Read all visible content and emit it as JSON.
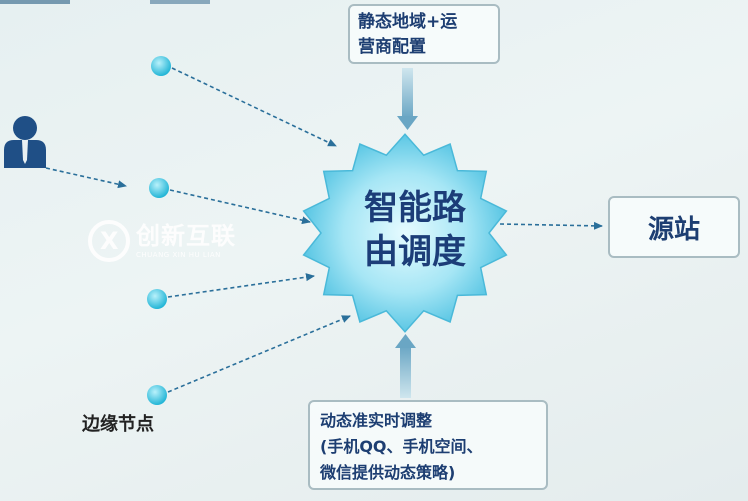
{
  "diagram": {
    "top_box": {
      "line1": "静态地域+运",
      "line2": "营商配置"
    },
    "hub": {
      "line1": "智能路",
      "line2": "由调度"
    },
    "source_box": {
      "label": "源站"
    },
    "bottom_box": {
      "line1": "动态准实时调整",
      "line2": "(手机QQ、手机空间、",
      "line3": "微信提供动态策略)"
    },
    "edge_nodes_label": "边缘节点"
  },
  "watermark": {
    "name_cn": "创新互联",
    "name_en": "CHUANG XIN HU LIAN"
  },
  "colors": {
    "hub_fill": "#7fd7ee",
    "node_fill": "#3fc7e0",
    "arrow": "#2a6f9a",
    "user": "#1f4f86",
    "text_dark": "#1c3d78"
  }
}
